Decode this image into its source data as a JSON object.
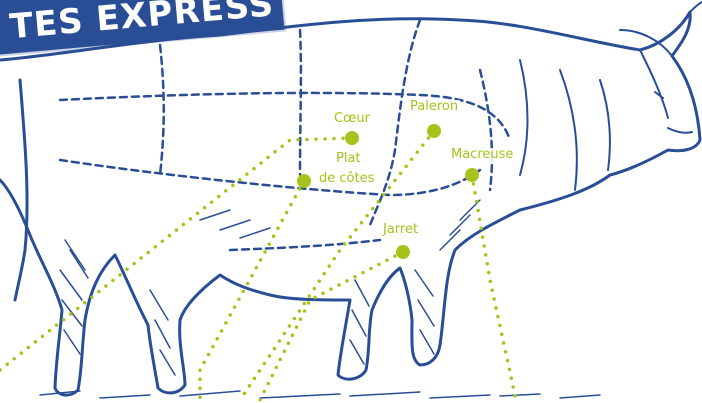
{
  "banner": {
    "title": "TES EXPRESS"
  },
  "labels": {
    "coeur": "Cœur",
    "paleron": "Paleron",
    "plat_line1": "Plat",
    "plat_line2": "de côtes",
    "macreuse": "Macreuse",
    "jarret": "Jarret"
  },
  "colors": {
    "cow_blue": "#2a4e96",
    "accent_green": "#a7c21a",
    "background": "#ffffff"
  }
}
